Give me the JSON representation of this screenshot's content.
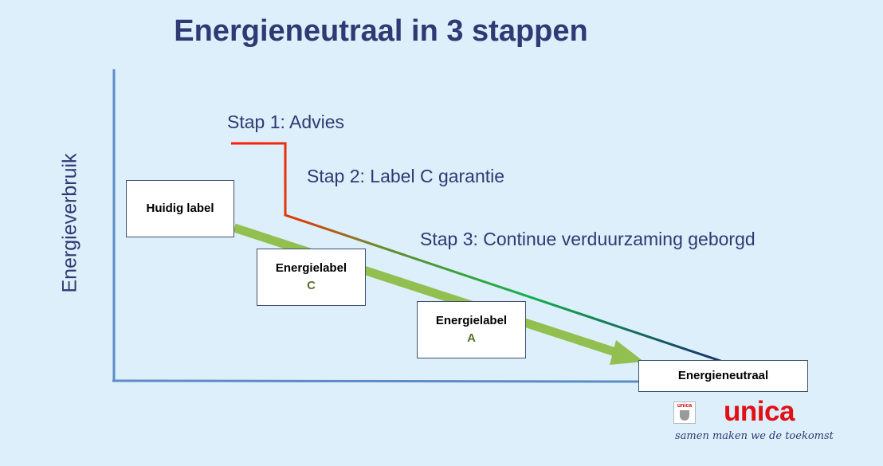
{
  "title": "Energieneutraal in 3 stappen",
  "y_axis_label": "Energieverbruik",
  "steps": [
    {
      "label": "Stap 1: Advies"
    },
    {
      "label": "Stap 2: Label C garantie"
    },
    {
      "label": "Stap 3: Continue verduurzaming geborgd"
    }
  ],
  "boxes": {
    "huidig": {
      "line1": "Huidig label"
    },
    "label_c": {
      "line1": "Energielabel",
      "line2": "C"
    },
    "label_a": {
      "line1": "Energielabel",
      "line2": "A"
    },
    "neutraal": {
      "line1": "Energieneutraal"
    }
  },
  "logo": {
    "icon_text": "unica",
    "wordmark": "unica",
    "tagline": "samen maken we de toekomst"
  },
  "colors": {
    "background": "#ddeffa",
    "title": "#2e3a73",
    "axis": "#5b8cc8",
    "arrow": "#92c050",
    "path_start": "#ff1a0a",
    "path_mid": "#11b04a",
    "path_end": "#1a2d6e",
    "brand_red": "#e20f14"
  }
}
